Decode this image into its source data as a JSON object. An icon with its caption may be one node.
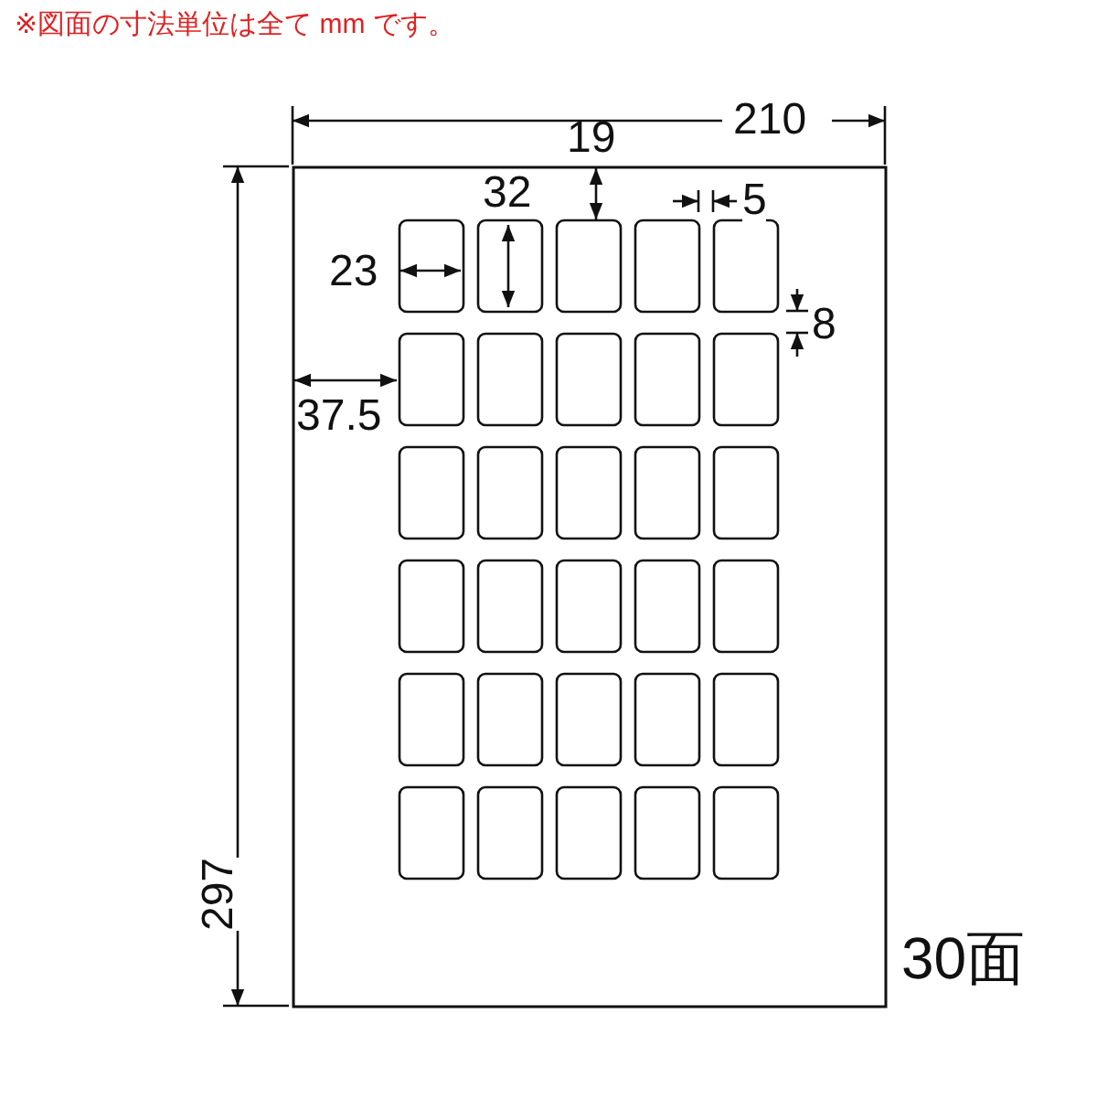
{
  "diagram": {
    "labels": [
      "※図面の寸法単位は全て mm です。",
      "210",
      "19",
      "32",
      "5",
      "23",
      "8",
      "37.5",
      "297",
      "30面"
    ]
  }
}
